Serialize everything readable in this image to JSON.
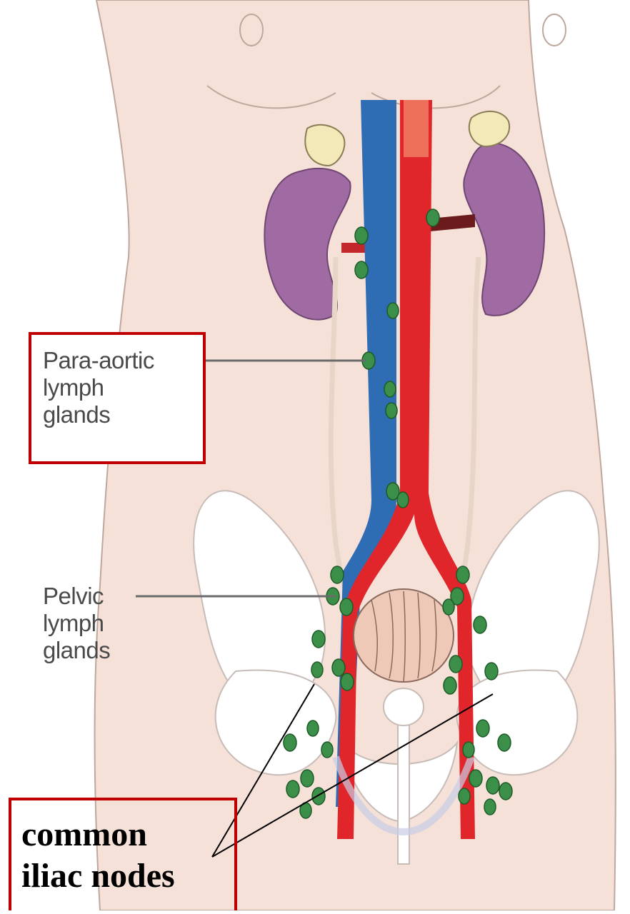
{
  "labels": {
    "para_aortic": [
      "Para-aortic",
      "lymph",
      "glands"
    ],
    "pelvic": [
      "Pelvic",
      "lymph",
      "glands"
    ],
    "common_iliac": [
      "common",
      "iliac nodes"
    ]
  },
  "colors": {
    "skin": "#f6e1d9",
    "skin_outline": "#bfa79d",
    "vein": "#2e6db3",
    "artery": "#e0262b",
    "kidney": "#a06aa3",
    "adrenal": "#f3e9b8",
    "lymph_node": "#3c8f48",
    "bladder": "#efc9b8",
    "highlight_box": "#c00000"
  }
}
